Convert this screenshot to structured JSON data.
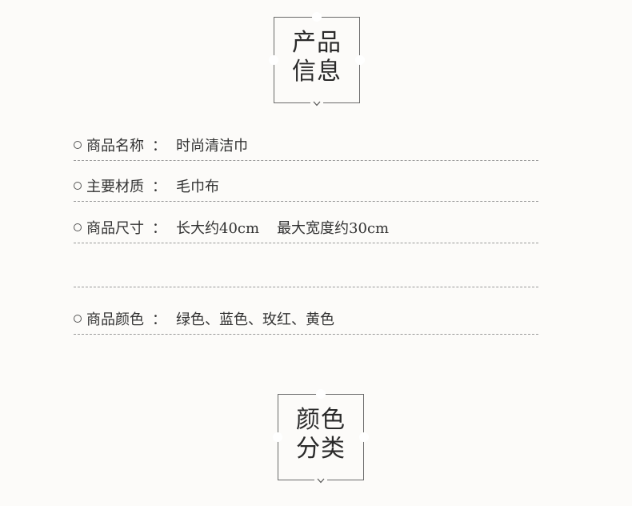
{
  "section_titles": {
    "info": {
      "line1": "产品",
      "line2": "信息"
    },
    "color": {
      "line1": "颜色",
      "line2": "分类"
    }
  },
  "separator": "：",
  "rows": {
    "name": {
      "label": "商品名称",
      "value": "时尚清洁巾"
    },
    "material": {
      "label": "主要材质",
      "value": "毛巾布"
    },
    "size": {
      "label": "商品尺寸",
      "value": "长大约40cm",
      "value2": "最大宽度约30cm"
    },
    "color": {
      "label": "商品颜色",
      "value": "绿色、蓝色、玫红、黄色"
    }
  },
  "icons": {
    "bullet": "circle-bullet-icon",
    "chevron": "chevron-down-icon"
  },
  "colors": {
    "background": "#fcfbf9",
    "frame": "#6a6a6a",
    "text": "#333333",
    "divider": "#9a9a9a"
  }
}
